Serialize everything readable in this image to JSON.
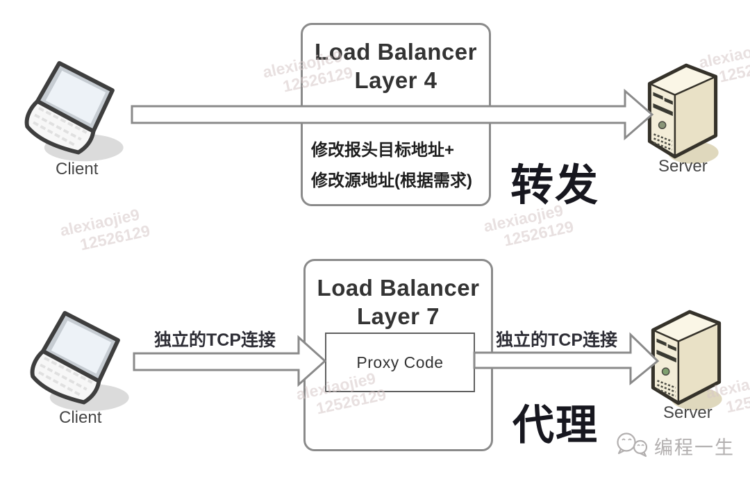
{
  "colors": {
    "line": "#8a8a8a",
    "innerLine": "#5f5f5f",
    "ink": "#333333",
    "noteInk": "#1e1e1e",
    "dark": "#17171f",
    "tcp": "#2e2e36",
    "label": "#454545",
    "wm": "rgba(213,198,198,0.55)",
    "brand": "#b2afaf",
    "serverFaceFront": "#f3edd8",
    "serverFaceSide": "#e9e1c6",
    "serverFaceTop": "#faf6e6",
    "serverOutline": "#35322a",
    "serverShadow": "#dfd8bd",
    "laptopOutline": "#3e3e3e",
    "laptopScreen": "#edf2f7",
    "laptopShadow": "#d2d2d2"
  },
  "top": {
    "client": "Client",
    "server": "Server",
    "title1": "Load Balancer",
    "title2": "Layer 4",
    "note1": "修改报头目标地址+",
    "note2": "修改源地址(根据需求)",
    "mode": "转发"
  },
  "bottom": {
    "client": "Client",
    "server": "Server",
    "title1": "Load Balancer",
    "title2": "Layer 7",
    "proxy": "Proxy Code",
    "tcp_left": "独立的TCP连接",
    "tcp_right": "独立的TCP连接",
    "mode": "代理"
  },
  "watermark": {
    "line1": "alexiaojie9",
    "line2": "12526129"
  },
  "footer": {
    "brand": "编程一生"
  }
}
